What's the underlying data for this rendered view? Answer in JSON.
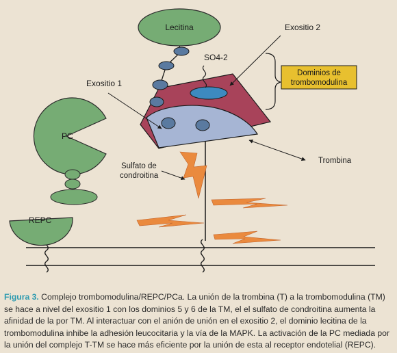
{
  "labels": {
    "lecitina": "Lecitina",
    "exositio2": "Exositio 2",
    "so4": "SO4-2",
    "dominios_line1": "Dominios de",
    "dominios_line2": "trombomodulina",
    "exositio1": "Exositio 1",
    "pc": "PC",
    "sulfato_line1": "Sulfato de",
    "sulfato_line2": "condroitina",
    "trombina": "Trombina",
    "repc": "REPC"
  },
  "caption": {
    "figure_label": "Figura 3.",
    "text": " Complejo trombomodulina/REPC/PCa. La unión de la trombina (T) a la trombomodulina (TM) se hace a nivel del exositio 1 con los dominios 5 y 6 de la TM, el el sulfato de condroitina aumenta la afinidad de la por TM. Al interactuar con el anión de unión en el exositio 2, el dominio lecitina de la trombomodulina inhibe la adhesión leucocitaria y la vía de la MAPK. La activación de la PC mediada por la unión del complejo T-TM se hace más eficiente por la unión de esta al receptor endotelial (REPC)."
  },
  "colors": {
    "green": "#76ac74",
    "blue_gray": "#5a7aa0",
    "maroon": "#a8435a",
    "light_blue": "#a6b5d4",
    "so4_blue": "#3d8ac0",
    "orange": "#ea8a3e",
    "yellow_box": "#e8c02f",
    "caption_accent": "#2e9bb0"
  }
}
